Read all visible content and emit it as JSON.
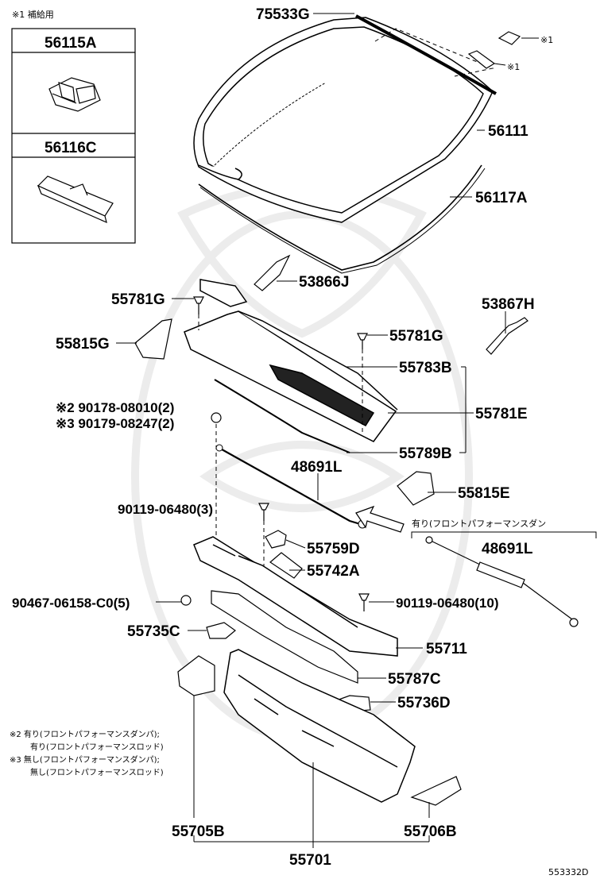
{
  "legend": {
    "note_mark": "※1 補給用",
    "box1_part": "56115A",
    "box2_part": "56116C"
  },
  "labels": {
    "p75533G": "75533G",
    "mark1_a": "※1",
    "mark1_b": "※1",
    "p56111": "56111",
    "p56117A": "56117A",
    "p53866J": "53866J",
    "p55781G_left": "55781G",
    "p53867H": "53867H",
    "p55815G": "55815G",
    "p55781G_right": "55781G",
    "p55783B": "55783B",
    "p90178": "※2 90178-08010(2)",
    "p90179": "※3 90179-08247(2)",
    "p55781E": "55781E",
    "p55789B": "55789B",
    "p48691L_top": "48691L",
    "p55815E": "55815E",
    "p90119_left": "90119-06480(3)",
    "option_note": "有り(フロントパフォーマンスダン",
    "p55759D": "55759D",
    "p48691L_right": "48691L",
    "p55742A": "55742A",
    "p90467": "90467-06158-C0(5)",
    "p90119_right": "90119-06480(10)",
    "p55735C": "55735C",
    "p55711": "55711",
    "p55787C": "55787C",
    "p55736D": "55736D",
    "p55705B": "55705B",
    "p55706B": "55706B",
    "p55701": "55701",
    "diagram_code": "553332D"
  },
  "notes": [
    "※2 有り(フロントパフォーマンスダンパ);",
    "有り(フロントパフォーマンスロッド)",
    "※3 無し(フロントパフォーマンスダンパ);",
    "無し(フロントパフォーマンスロッド)"
  ]
}
